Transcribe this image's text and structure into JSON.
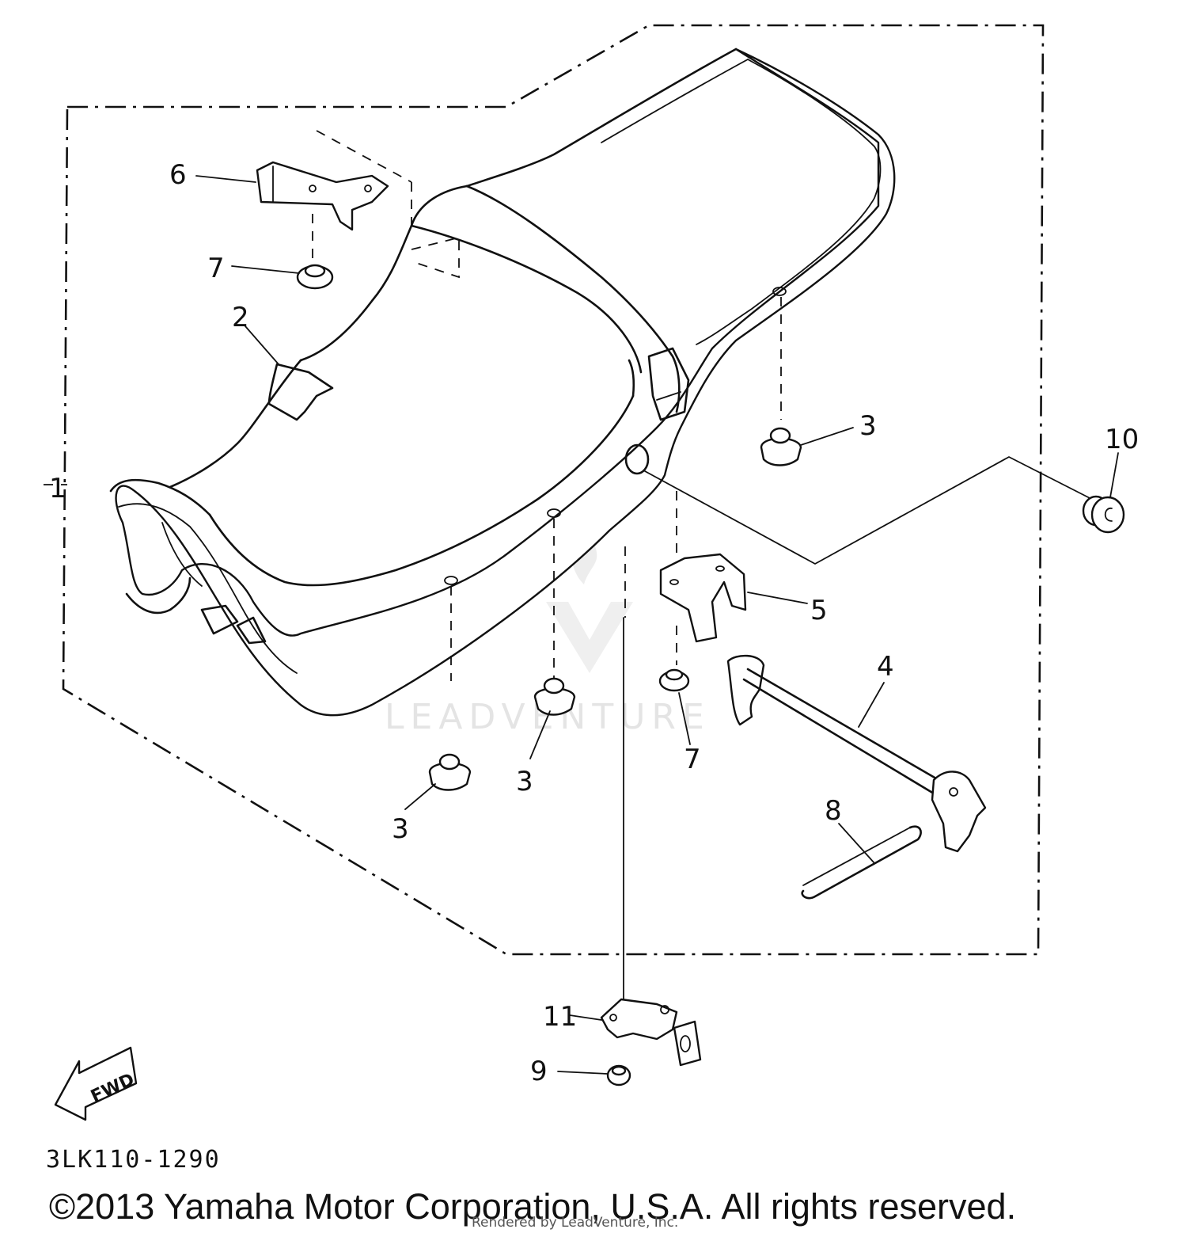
{
  "diagram": {
    "callouts": [
      {
        "id": "c1",
        "text": "1"
      },
      {
        "id": "c2",
        "text": "2"
      },
      {
        "id": "c3a",
        "text": "3"
      },
      {
        "id": "c3b",
        "text": "3"
      },
      {
        "id": "c3c",
        "text": "3"
      },
      {
        "id": "c4",
        "text": "4"
      },
      {
        "id": "c5",
        "text": "5"
      },
      {
        "id": "c6",
        "text": "6"
      },
      {
        "id": "c7a",
        "text": "7"
      },
      {
        "id": "c7b",
        "text": "7"
      },
      {
        "id": "c8",
        "text": "8"
      },
      {
        "id": "c9",
        "text": "9"
      },
      {
        "id": "c10",
        "text": "10"
      },
      {
        "id": "c11",
        "text": "11"
      }
    ],
    "fwd_label": "FWD",
    "diagram_code": "3LK110-1290",
    "watermark": "LEADVENTURE"
  },
  "footer": {
    "copyright": "©2013 Yamaha Motor Corporation, U.S.A. All rights reserved.",
    "rendered_by": "Rendered by LeadVenture, Inc."
  }
}
